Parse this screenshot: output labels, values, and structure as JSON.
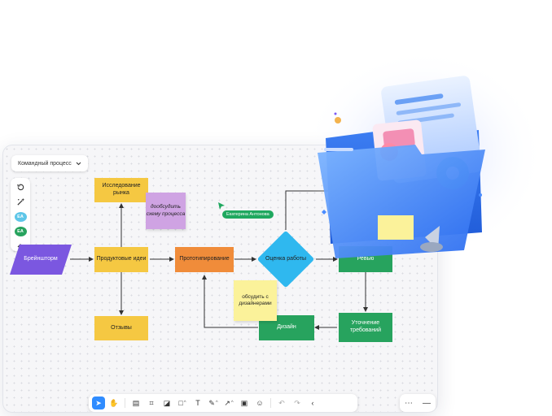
{
  "board": {
    "process_menu": {
      "label": "Командный процесс",
      "icon": "chevron-down-icon"
    },
    "sidebar": {
      "undo_icon": "history-icon",
      "magic_icon": "magic-wand-icon",
      "avatars": [
        {
          "initials": "EA",
          "color": "#5ec6e8"
        },
        {
          "initials": "EA",
          "color": "#27a35e"
        }
      ],
      "collapse_icon": "chevron-up-icon"
    },
    "nodes": {
      "brainstorm": "Брейншторм",
      "research": "Исследование рынка",
      "ideas": "Продуктовые идеи",
      "reviews": "Отзывы",
      "prototype": "Прототипирование",
      "evaluation": "Оценка работы",
      "review": "Ревью",
      "requirements": "Уточнение требований",
      "design": "Дизайн"
    },
    "stickies": {
      "finish_scheme": "дообсудить схему процесса",
      "discuss_designers": "обсудить с дизайнерами"
    },
    "cursor_user": "Екатерина Антонова",
    "colors": {
      "brainstorm": "#7b57e0",
      "yellow": "#f5c842",
      "orange": "#f08c3a",
      "diamond": "#2fb8ef",
      "green": "#27a35e",
      "sticky_purple": "#cfa3e3",
      "sticky_yellow": "#fbf29a",
      "accent": "#2f8cff"
    }
  },
  "toolbar": {
    "tools": [
      {
        "name": "pointer-icon",
        "glyph": "➤",
        "active": true
      },
      {
        "name": "hand-icon",
        "glyph": "✋"
      },
      {
        "name": "template-icon",
        "glyph": "▤"
      },
      {
        "name": "frame-icon",
        "glyph": "⌗"
      },
      {
        "name": "sticky-note-icon",
        "glyph": "◪"
      },
      {
        "name": "shape-icon",
        "glyph": "□",
        "caret": true
      },
      {
        "name": "text-icon",
        "glyph": "T"
      },
      {
        "name": "pen-icon",
        "glyph": "✎",
        "caret": true
      },
      {
        "name": "connector-icon",
        "glyph": "↗",
        "caret": true
      },
      {
        "name": "image-icon",
        "glyph": "▣"
      },
      {
        "name": "emoji-icon",
        "glyph": "☺"
      }
    ],
    "history": [
      {
        "name": "undo-icon",
        "glyph": "↶"
      },
      {
        "name": "redo-icon",
        "glyph": "↷"
      }
    ],
    "collapse": {
      "name": "chevron-left-icon",
      "glyph": "‹"
    },
    "extra": [
      {
        "name": "more-icon",
        "glyph": "⋯"
      },
      {
        "name": "zoom-out-icon",
        "glyph": "—"
      }
    ]
  }
}
